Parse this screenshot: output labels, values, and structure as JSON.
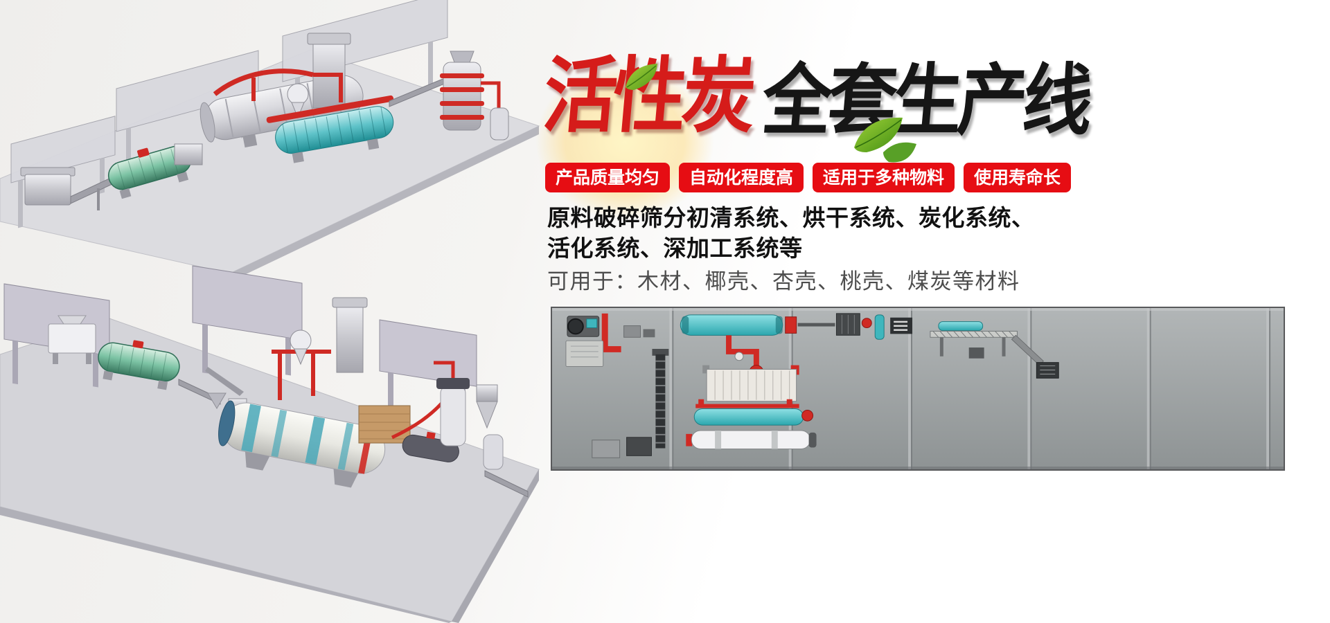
{
  "hero": {
    "title_red": "活性炭",
    "title_black": "全套生产线",
    "badges": [
      "产品质量均匀",
      "自动化程度高",
      "适用于多种物料",
      "使用寿命长"
    ],
    "description": {
      "line1": "原料破碎筛分初清系统、烘干系统、炭化系统、",
      "line2": "活化系统、深加工系统等",
      "line3": "可用于：木材、椰壳、杏壳、桃壳、煤炭等材料"
    },
    "colors": {
      "badge_red": "#e60d13",
      "title_red": "#d51c1a",
      "title_black": "#161616",
      "desc_dark": "#111111",
      "desc_gray": "#4d4d4d",
      "pipe_red": "#cf2a24",
      "machine_teal": "#3fb6bd",
      "leaf_green": "#6ab82a"
    }
  }
}
